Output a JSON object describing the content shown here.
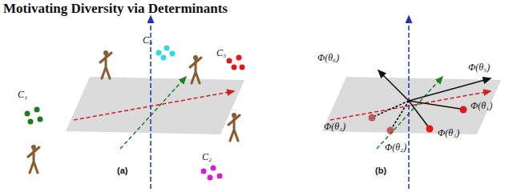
{
  "diagram": {
    "title": "Motivating Diversity via Determinants",
    "labels": [
      "C₁",
      "C₄",
      "C₃",
      "C₂",
      "(a)",
      "Φ(θ₆)",
      "Φ(θ₅)",
      "Φ(θ₁)",
      "Φ(θ₁)",
      "Φ(θ₂)",
      "Φ(θ₃)",
      "(b)"
    ]
  }
}
